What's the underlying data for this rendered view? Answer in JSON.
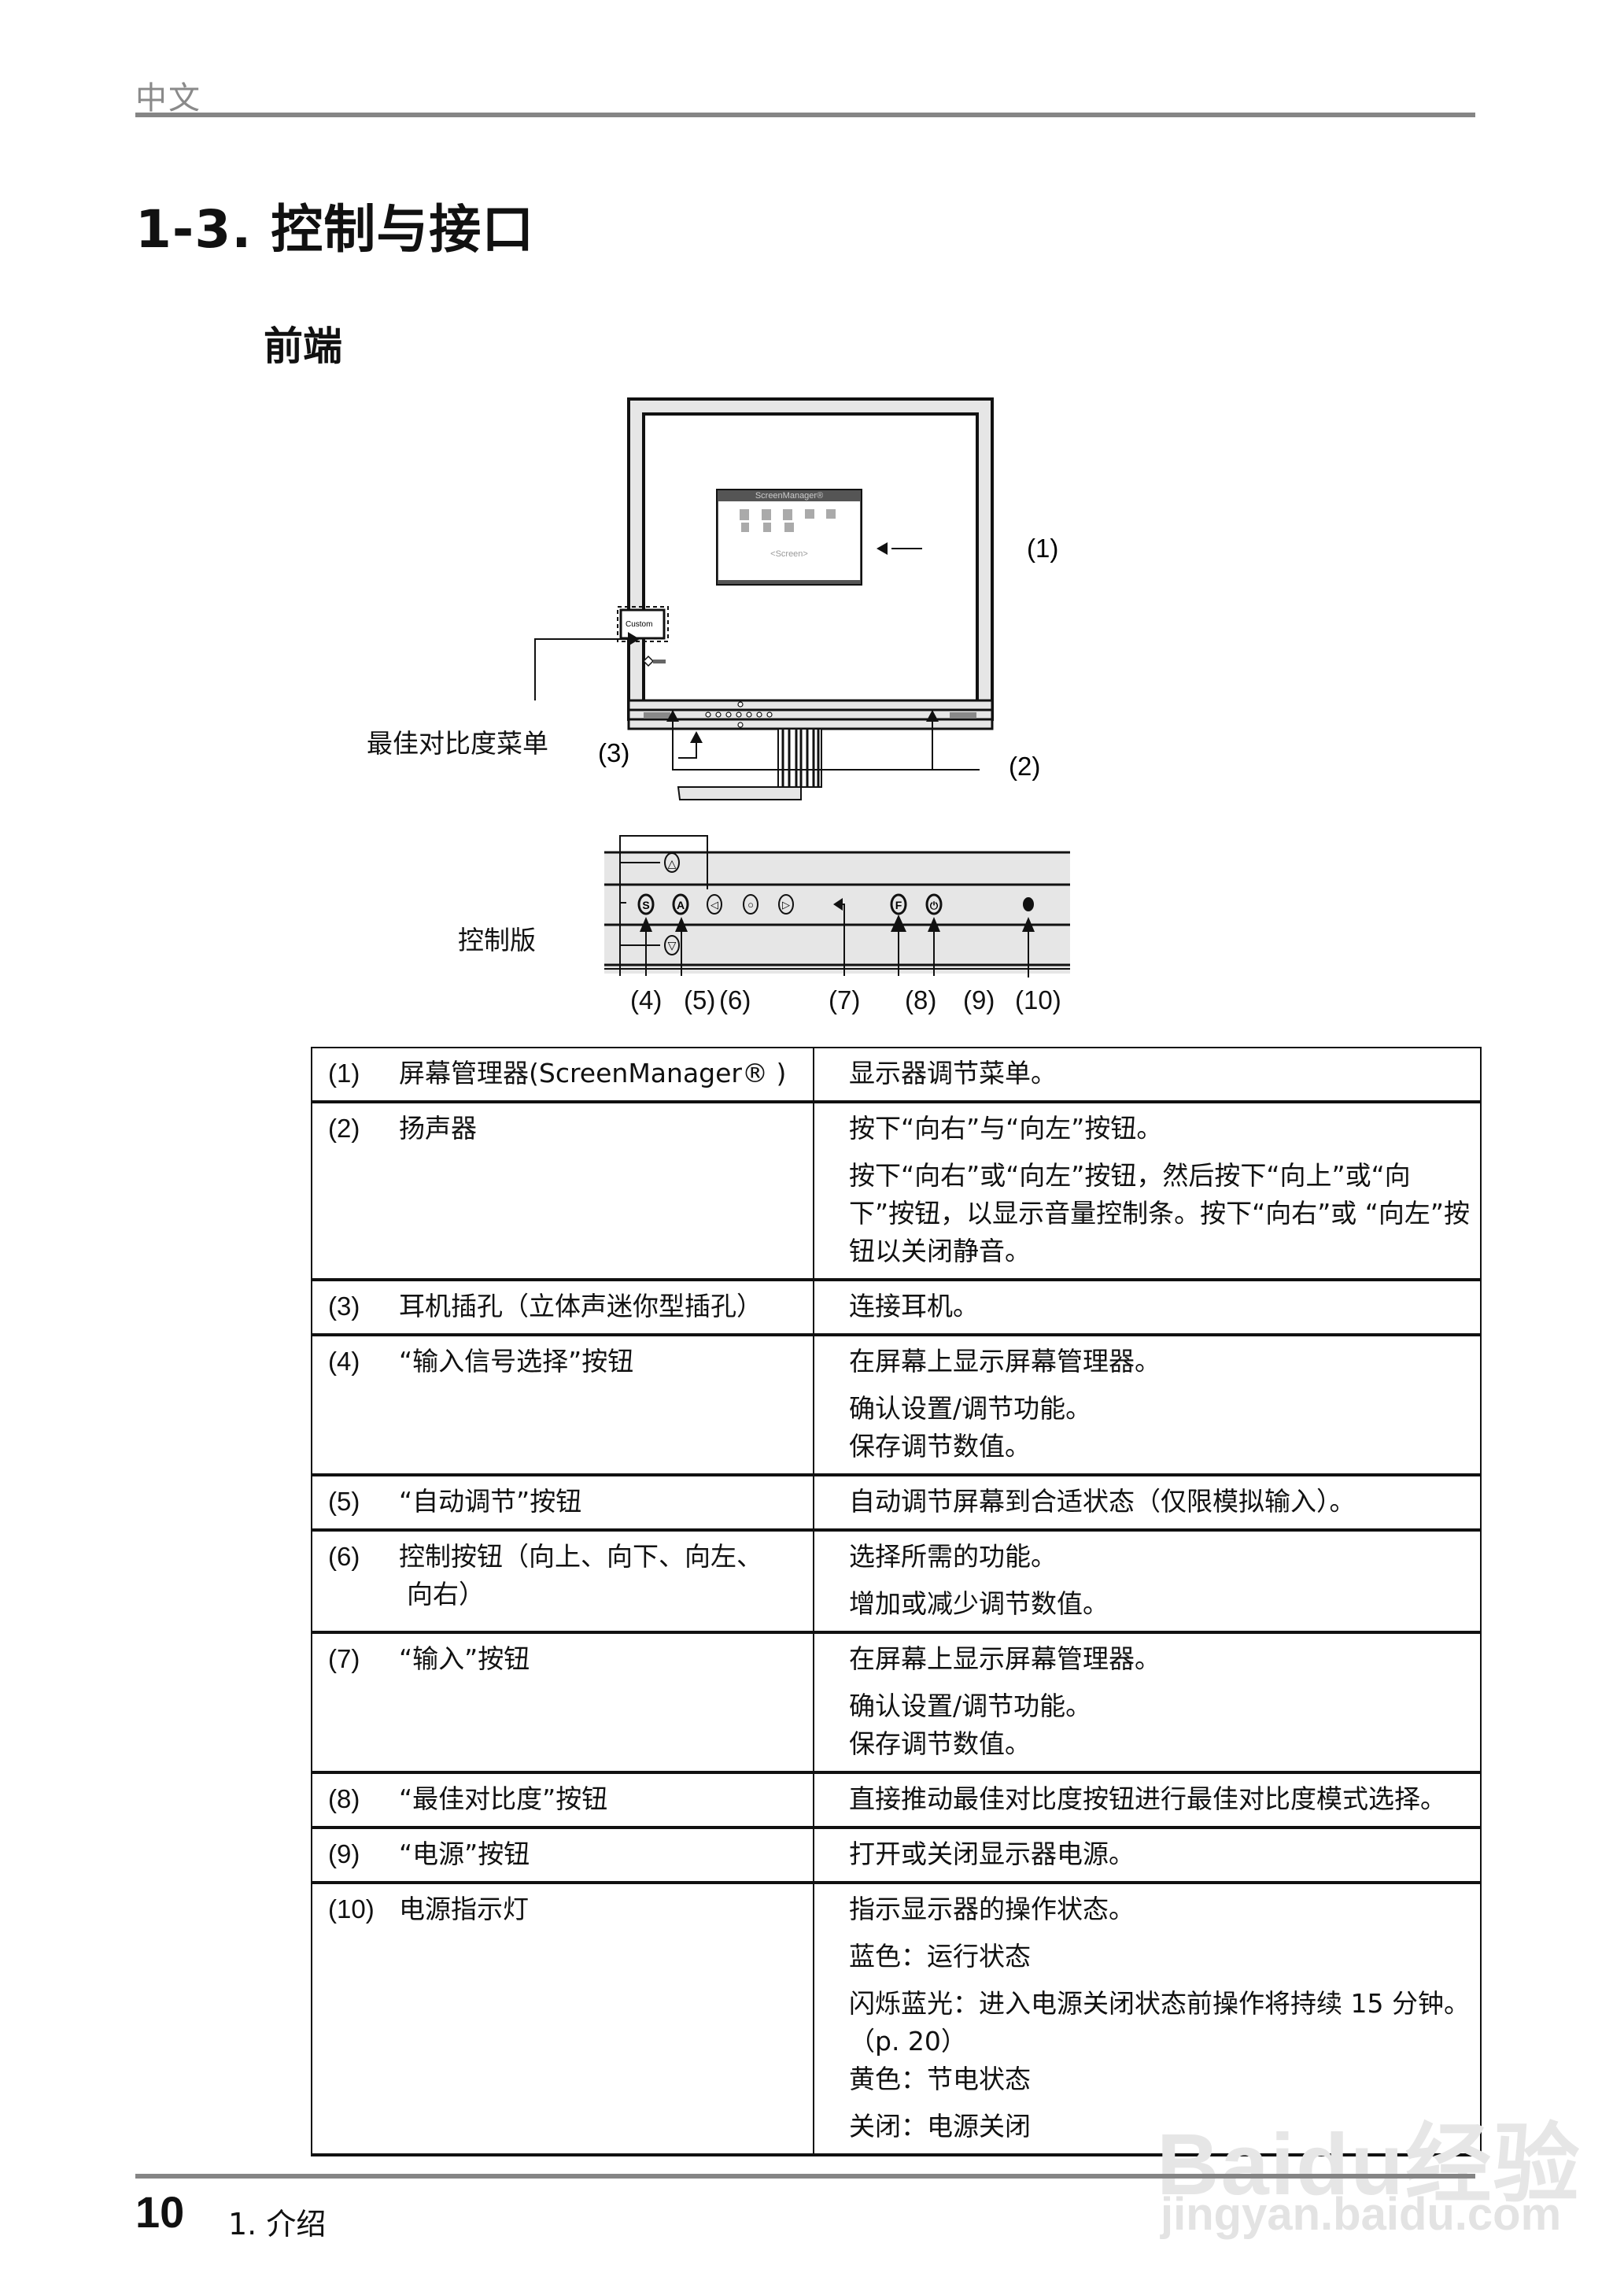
{
  "header": {
    "language": "中文"
  },
  "section": {
    "title": "1-3. 控制与接口",
    "subtitle": "前端"
  },
  "diagram": {
    "osd_title": "ScreenManager®",
    "osd_footer": "<Screen>",
    "contrast_box_text": "Custom",
    "callout_contrast_menu": "最佳对比度菜单",
    "callouts": {
      "c1": "(1)",
      "c2": "(2)",
      "c3": "(3)"
    },
    "control_panel_label": "控制版",
    "panel_callouts": [
      "(4)",
      "(5)",
      "(6)",
      "(7)",
      "(8)",
      "(9)",
      "(10)"
    ],
    "panel_buttons": [
      {
        "name": "s-button-icon",
        "glyph": "S"
      },
      {
        "name": "a-button-icon",
        "glyph": "A"
      },
      {
        "name": "left-button-icon",
        "glyph": "◁"
      },
      {
        "name": "enter-button-icon",
        "glyph": "○"
      },
      {
        "name": "right-button-icon",
        "glyph": "▷"
      },
      {
        "name": "f-button-icon",
        "glyph": "F"
      },
      {
        "name": "power-button-icon",
        "glyph": "⏻"
      },
      {
        "name": "power-indicator-icon",
        "glyph": "●"
      }
    ],
    "up_glyph": "△",
    "down_glyph": "▽"
  },
  "table": {
    "rows": [
      {
        "index": "(1)",
        "name": "屏幕管理器(ScreenManager® )",
        "desc": [
          "显示器调节菜单。"
        ]
      },
      {
        "index": "(2)",
        "name": "扬声器",
        "desc": [
          "按下“向右”与“向左”按钮。",
          "按下“向右”或“向左”按钮，然后按下“向上”或“向下”按钮，以显示音量控制条。按下“向右”或 “向左”按钮以关闭静音。"
        ]
      },
      {
        "index": "(3)",
        "name": "耳机插孔（立体声迷你型插孔）",
        "desc": [
          "连接耳机。"
        ]
      },
      {
        "index": "(4)",
        "name": "“输入信号选择”按钮",
        "desc": [
          "在屏幕上显示屏幕管理器。",
          "确认设置/调节功能。",
          "保存调节数值。"
        ]
      },
      {
        "index": "(5)",
        "name": "“自动调节”按钮",
        "desc": [
          "自动调节屏幕到合适状态（仅限模拟输入）。"
        ]
      },
      {
        "index": "(6)",
        "name": "控制按钮（向上、向下、向左、",
        "name2": "向右）",
        "desc": [
          "选择所需的功能。",
          "增加或减少调节数值。"
        ]
      },
      {
        "index": "(7)",
        "name": "“输入”按钮",
        "desc": [
          "在屏幕上显示屏幕管理器。",
          "确认设置/调节功能。",
          "保存调节数值。"
        ]
      },
      {
        "index": "(8)",
        "name": "“最佳对比度”按钮",
        "desc": [
          "直接推动最佳对比度按钮进行最佳对比度模式选择。"
        ]
      },
      {
        "index": "(9)",
        "name": "“电源”按钮",
        "desc": [
          "打开或关闭显示器电源。"
        ]
      },
      {
        "index": "(10)",
        "name": "电源指示灯",
        "desc": [
          "指示显示器的操作状态。",
          "蓝色：运行状态",
          "闪烁蓝光：进入电源关闭状态前操作将持续 15 分钟。（p. 20）",
          "黄色：节电状态",
          "关闭：电源关闭"
        ]
      }
    ]
  },
  "footer": {
    "page_number": "10",
    "chapter": "1.  介绍"
  },
  "watermark": {
    "brand": "Baidu经验",
    "url": "jingyan.baidu.com"
  }
}
